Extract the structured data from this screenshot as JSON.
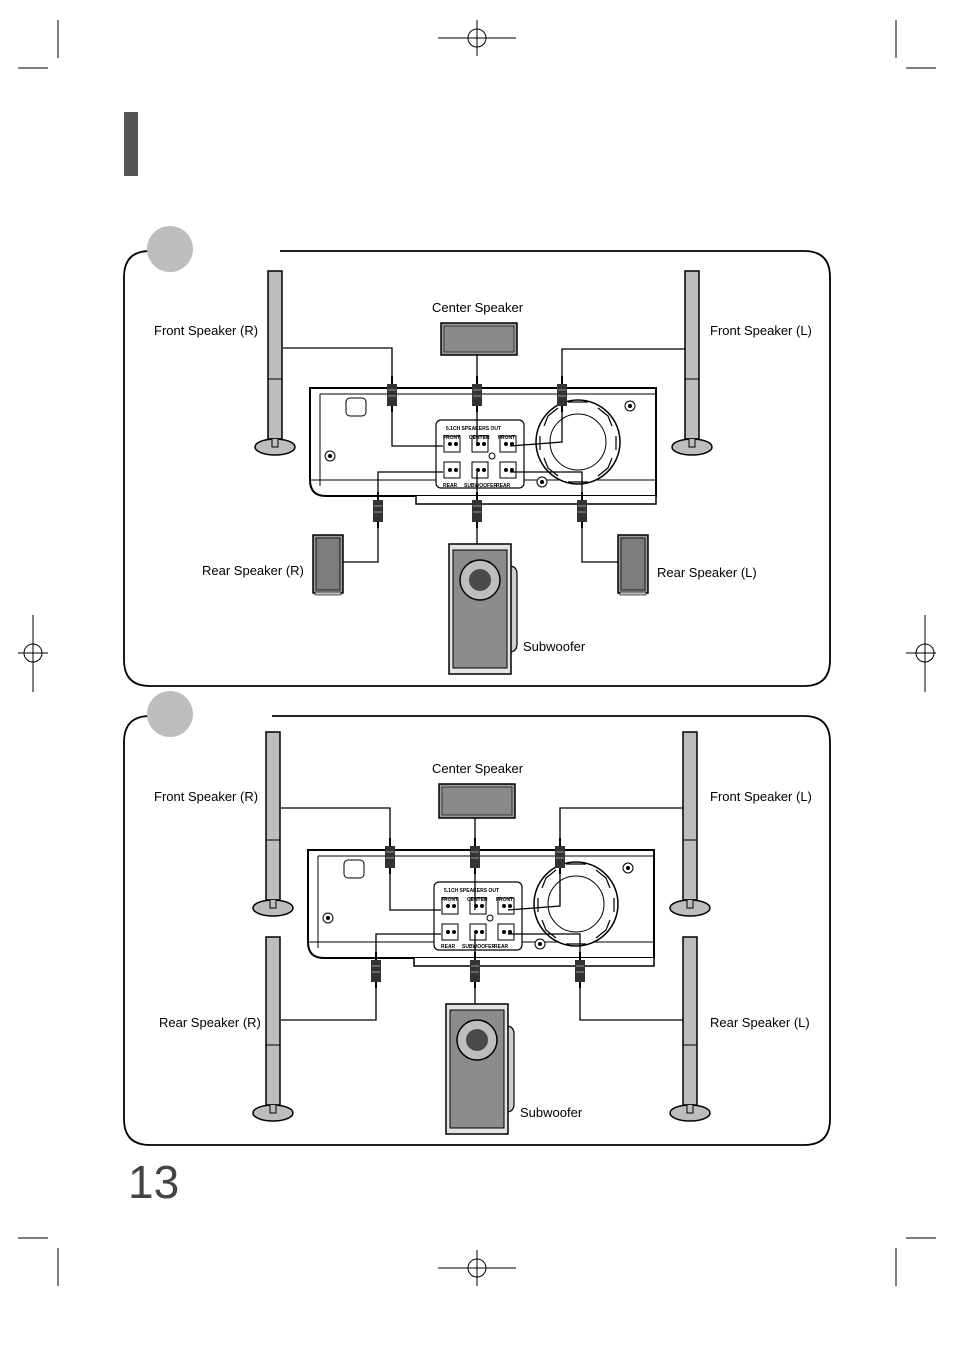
{
  "panels": [
    {
      "labels": {
        "front_r": "Front Speaker (R)",
        "center": "Center Speaker",
        "front_l": "Front Speaker (L)",
        "rear_r": "Rear Speaker (R)",
        "rear_l": "Rear Speaker (L)",
        "subwoofer": "Subwoofer"
      },
      "rear_style": "bookshelf"
    },
    {
      "labels": {
        "front_r": "Front Speaker (R)",
        "center": "Center Speaker",
        "front_l": "Front Speaker (L)",
        "rear_r": "Rear Speaker (R)",
        "rear_l": "Rear Speaker (L)",
        "subwoofer": "Subwoofer"
      },
      "rear_style": "tallboy"
    }
  ],
  "terminal_panel": {
    "title": "5.1CH SPEAKERS OUT",
    "top_labels": [
      "FRONT",
      "CENTER",
      "FRONT"
    ],
    "bottom_labels": [
      "REAR",
      "SUBWOOFER",
      "REAR"
    ]
  },
  "page_number": "13",
  "colors": {
    "header_bar": "#555555",
    "step_circle": "#bdbdbd",
    "speaker_fill": "#bdbdbd",
    "dark_fill": "#808080"
  }
}
